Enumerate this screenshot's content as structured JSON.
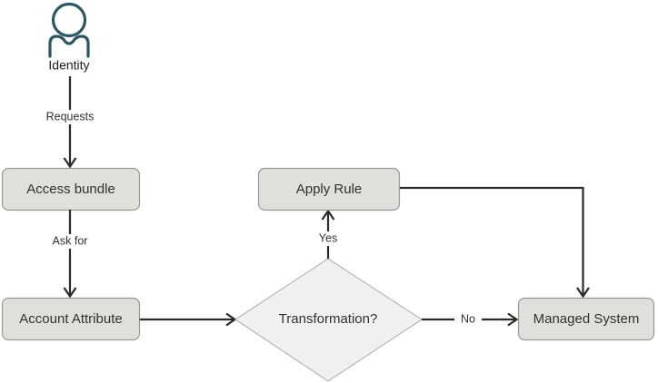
{
  "diagram": {
    "type": "flowchart",
    "background_color": "#ffffff",
    "palette": {
      "box_fill": "#e1dfda",
      "box_stroke": "#9b9892",
      "decision_fill": "#f2f0ee",
      "decision_stroke": "#b4b1ab",
      "edge_color": "#2b2a28",
      "actor_icon_color": "#2d5662",
      "text_color": "#32312f"
    },
    "actor": {
      "icon": "person-icon",
      "label": "Identity"
    },
    "nodes": [
      {
        "id": "access-bundle",
        "label": "Access bundle",
        "shape": "rounded-rect"
      },
      {
        "id": "account-attribute",
        "label": "Account Attribute",
        "shape": "rounded-rect"
      },
      {
        "id": "transformation",
        "label": "Transformation?",
        "shape": "diamond"
      },
      {
        "id": "apply-rule",
        "label": "Apply Rule",
        "shape": "rounded-rect"
      },
      {
        "id": "managed-system",
        "label": "Managed System",
        "shape": "rounded-rect"
      }
    ],
    "edges": [
      {
        "id": "identity-to-access-bundle",
        "from": "identity",
        "to": "access-bundle",
        "label": "Requests"
      },
      {
        "id": "access-bundle-to-account-attribute",
        "from": "access-bundle",
        "to": "account-attribute",
        "label": "Ask for"
      },
      {
        "id": "account-attribute-to-transformation",
        "from": "account-attribute",
        "to": "transformation",
        "label": ""
      },
      {
        "id": "transformation-to-apply-rule",
        "from": "transformation",
        "to": "apply-rule",
        "label": "Yes"
      },
      {
        "id": "transformation-to-managed-system",
        "from": "transformation",
        "to": "managed-system",
        "label": "No"
      },
      {
        "id": "apply-rule-to-managed-system",
        "from": "apply-rule",
        "to": "managed-system",
        "label": ""
      }
    ]
  }
}
